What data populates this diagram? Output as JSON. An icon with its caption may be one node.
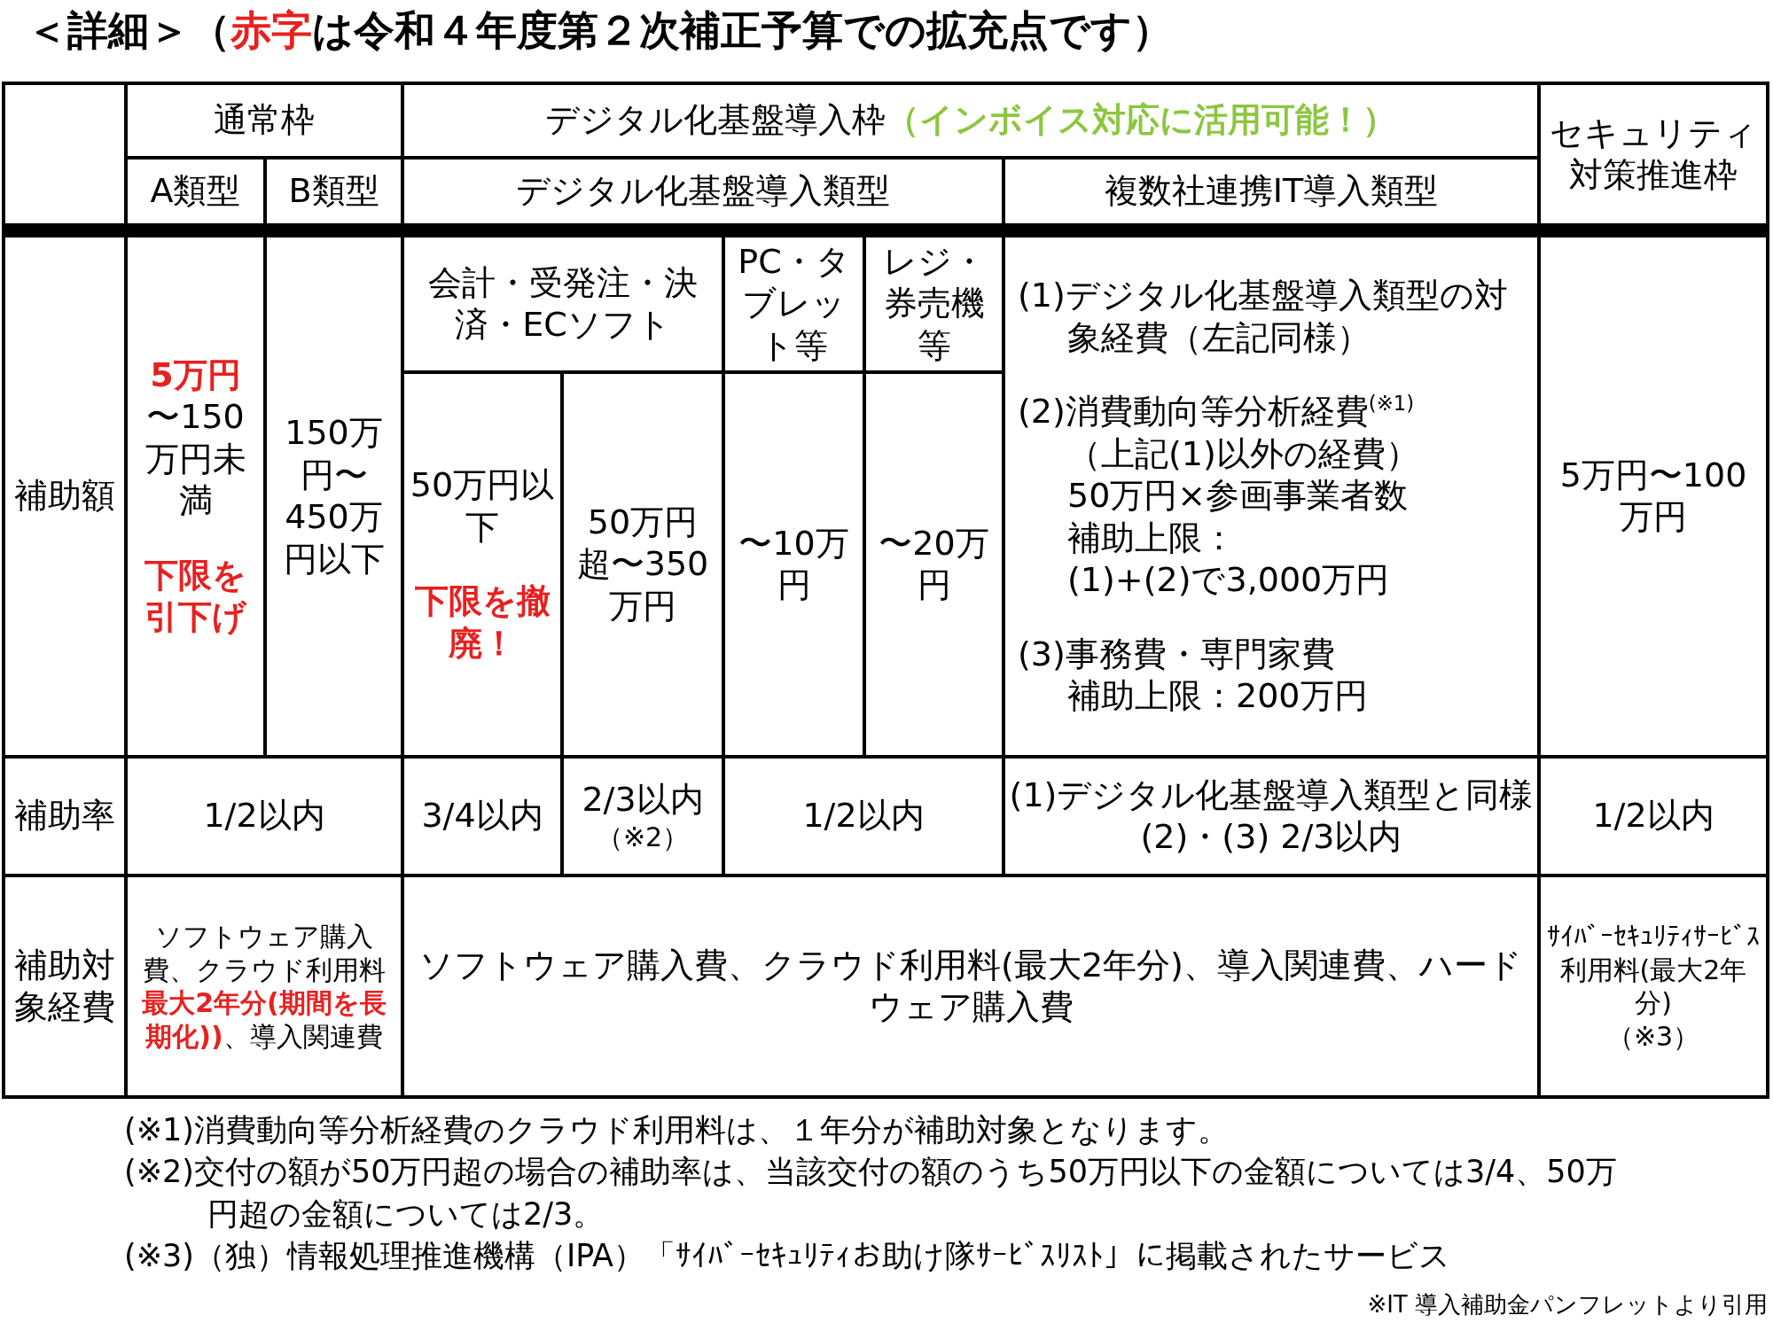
{
  "diagram": {
    "title": "＜詳細＞（**赤字**は令和４年度第２次補正予算での拡充点です）",
    "caption": "※IT 導入補助金パンフレットより引用",
    "labels": [
      "通常枠",
      "デジタル化基盤導入枠**（インボイス対応に活用可能！）**",
      "セキュリティ対策推進枠",
      "A類型",
      "B類型",
      "デジタル化基盤導入類型",
      "複数社連携IT導入類型",
      "補助額",
      "5万円",
      "〜150万円未満",
      "下限を引下げ",
      "150万円〜450万円以下",
      "会計・受発注・決済・ECソフト",
      "PC・タブレット等",
      "レジ・券売機等",
      "(1)デジタル化基盤導入類型の対象経費（左記同様）",
      "(2)消費動向等分析経費$^{(※1)}$",
      "（上記(1)以外の経費）",
      "50万円×参画事業者数",
      "補助上限：",
      "(1)+(2)で3,000万円",
      "(3)事務費・専門家費",
      "補助上限：200万円",
      "50万円以下",
      "下限を撤廃！",
      "50万円超〜350万円",
      "〜10万円",
      "〜20万円",
      "5万円〜100万円",
      "補助率",
      "1/2以内",
      "3/4以内",
      "2/3以内",
      "（※2）",
      "1/2以内",
      "(1)デジタル化基盤導入類型と同様",
      "(2)・(3) 2/3以内",
      "1/2以内",
      "補助対象経費",
      "ソフトウェア購入費、クラウド利用料**最大2年分(期間を長期化))**、導入関連費",
      "ソフトウェア購入費、クラウド利用料(最大2年分)、導入関連費、ハードウェア購入費",
      "ｻｲﾊﾞｰｾｷｭﾘﾃｨｻｰﾋﾞｽ利用料(最大2年分)",
      "（※3）",
      "(※1)消費動向等分析経費のクラウド利用料は、１年分が補助対象となります。",
      "(※2)交付の額が50万円超の場合の補助率は、当該交付の額のうち50万円以下の金額については3/4、50万円超の金額については2/3。",
      "(※3)（独）情報処理推進機構（IPA）「ｻｲﾊﾞｰｾｷｭﾘﾃｨお助け隊ｻｰﾋﾞｽﾘｽﾄ」に掲載されたサービス"
    ]
  }
}
